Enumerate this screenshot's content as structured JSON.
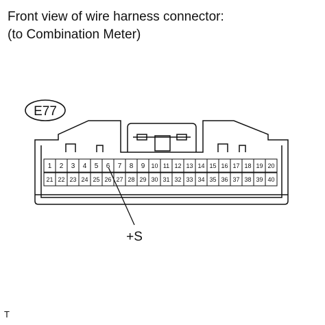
{
  "title_line1": "Front view of wire harness connector:",
  "title_line2": "(to Combination Meter)",
  "connector_code": "E77",
  "terminals_row1": [
    "1",
    "2",
    "3",
    "4",
    "5",
    "6",
    "7",
    "8",
    "9",
    "10",
    "11",
    "12",
    "13",
    "14",
    "15",
    "16",
    "17",
    "18",
    "19",
    "20"
  ],
  "terminals_row2": [
    "21",
    "22",
    "23",
    "24",
    "25",
    "26",
    "27",
    "28",
    "29",
    "30",
    "31",
    "32",
    "33",
    "34",
    "35",
    "36",
    "37",
    "38",
    "39",
    "40"
  ],
  "callout_label": "+S",
  "callout_terminal": "6",
  "corner_mark": "T",
  "colors": {
    "line": "#111111",
    "background": "#ffffff"
  }
}
